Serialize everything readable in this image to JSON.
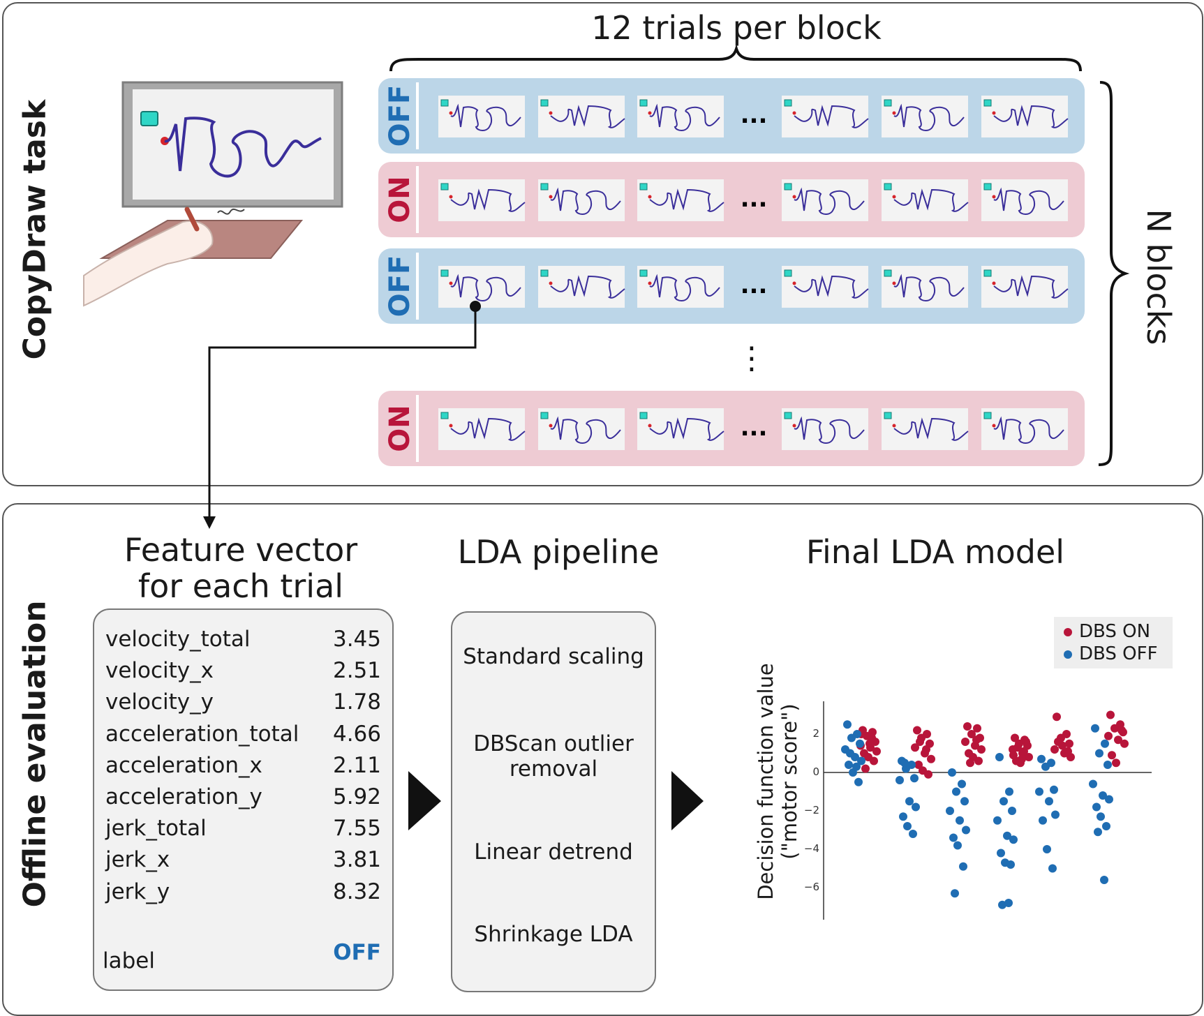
{
  "top": {
    "title": "CopyDraw task",
    "trials_label": "12 trials per block",
    "blocks_label": "N blocks",
    "ellipsis_h": "...",
    "ellipsis_v": "⋮",
    "rows": [
      {
        "condition": "OFF"
      },
      {
        "condition": "ON"
      },
      {
        "condition": "OFF"
      },
      {
        "condition": "ON"
      }
    ]
  },
  "bottom": {
    "title": "Offline evaluation",
    "feature_heading_1": "Feature vector",
    "feature_heading_2": "for each trial",
    "features": [
      {
        "name": "velocity_total",
        "value": "3.45"
      },
      {
        "name": "velocity_x",
        "value": "2.51"
      },
      {
        "name": "velocity_y",
        "value": "1.78"
      },
      {
        "name": "acceleration_total",
        "value": "4.66"
      },
      {
        "name": "acceleration_x",
        "value": "2.11"
      },
      {
        "name": "acceleration_y",
        "value": "5.92"
      },
      {
        "name": "jerk_total",
        "value": "7.55"
      },
      {
        "name": "jerk_x",
        "value": "3.81"
      },
      {
        "name": "jerk_y",
        "value": "8.32"
      }
    ],
    "label_name": "label",
    "label_value": "OFF",
    "pipeline_heading": "LDA pipeline",
    "pipeline_steps": [
      "Standard scaling",
      "DBScan outlier removal",
      "Linear detrend",
      "Shrinkage LDA"
    ],
    "model_heading": "Final LDA model",
    "ylabel": "Decision function value",
    "ylabel2": "(\"motor score\")",
    "yticks": [
      "2",
      "0",
      "−2",
      "−4",
      "−6"
    ],
    "legend_on": "DBS ON",
    "legend_off": "DBS OFF"
  },
  "colors": {
    "on": "#b8153a",
    "off": "#1f6db3",
    "off_row": "#bcd6e8",
    "on_row": "#eecbd3",
    "trace": "#3a2e9a",
    "target": "#2fd6c6"
  },
  "chart_data": {
    "type": "scatter",
    "ylabel": "Decision function value (\"motor score\")",
    "ylim": [
      -7.5,
      3.5
    ],
    "yticks": [
      2,
      0,
      -2,
      -4,
      -6
    ],
    "series": [
      {
        "name": "DBS ON",
        "clusters": [
          {
            "block": 1,
            "y": [
              2.2,
              2.1,
              1.9,
              1.6,
              1.4,
              1.3,
              1.1,
              1.0,
              0.8,
              0.6,
              0.2,
              1.8,
              2.0,
              1.5
            ]
          },
          {
            "block": 2,
            "y": [
              2.2,
              2.0,
              1.8,
              1.5,
              1.3,
              1.0,
              0.7,
              0.4,
              0.1,
              -0.1,
              1.6,
              1.2
            ]
          },
          {
            "block": 3,
            "y": [
              2.4,
              2.3,
              2.0,
              1.8,
              1.6,
              1.4,
              1.2,
              1.0,
              0.8,
              0.6,
              0.5,
              1.7
            ]
          },
          {
            "block": 4,
            "y": [
              1.8,
              1.7,
              1.5,
              1.4,
              1.2,
              1.0,
              0.8,
              0.6,
              0.5,
              1.6,
              1.3,
              1.1,
              0.9,
              0.7
            ]
          },
          {
            "block": 5,
            "y": [
              2.9,
              2.0,
              1.8,
              1.5,
              1.2,
              1.0,
              0.8,
              1.6,
              1.4,
              1.1
            ]
          },
          {
            "block": 6,
            "y": [
              3.0,
              2.5,
              2.3,
              2.1,
              1.9,
              1.7,
              1.5,
              0.9,
              0.5,
              2.2
            ]
          }
        ]
      },
      {
        "name": "DBS OFF",
        "clusters": [
          {
            "block": 1,
            "y": [
              2.5,
              2.0,
              1.8,
              1.5,
              1.2,
              0.8,
              0.6,
              0.4,
              0.0,
              -0.5,
              1.0,
              0.3
            ]
          },
          {
            "block": 2,
            "y": [
              0.6,
              0.4,
              0.2,
              -0.3,
              -0.4,
              -1.5,
              -1.8,
              -2.3,
              -2.8,
              -3.2,
              0.5
            ]
          },
          {
            "block": 3,
            "y": [
              0.0,
              -0.6,
              -1.0,
              -1.5,
              -2.0,
              -2.5,
              -3.0,
              -3.4,
              -3.8,
              -4.9,
              -6.3
            ]
          },
          {
            "block": 4,
            "y": [
              0.8,
              -1.0,
              -1.5,
              -2.0,
              -2.5,
              -3.3,
              -3.5,
              -4.2,
              -4.7,
              -4.8,
              -6.9,
              -6.8
            ]
          },
          {
            "block": 5,
            "y": [
              0.7,
              0.5,
              0.3,
              -0.9,
              -1.0,
              -1.5,
              -2.2,
              -2.5,
              -4.0,
              -5.0
            ]
          },
          {
            "block": 6,
            "y": [
              2.3,
              1.5,
              1.0,
              0.4,
              -0.6,
              -1.2,
              -1.4,
              -1.8,
              -2.3,
              -2.8,
              -3.1,
              -5.6
            ]
          }
        ]
      }
    ]
  }
}
